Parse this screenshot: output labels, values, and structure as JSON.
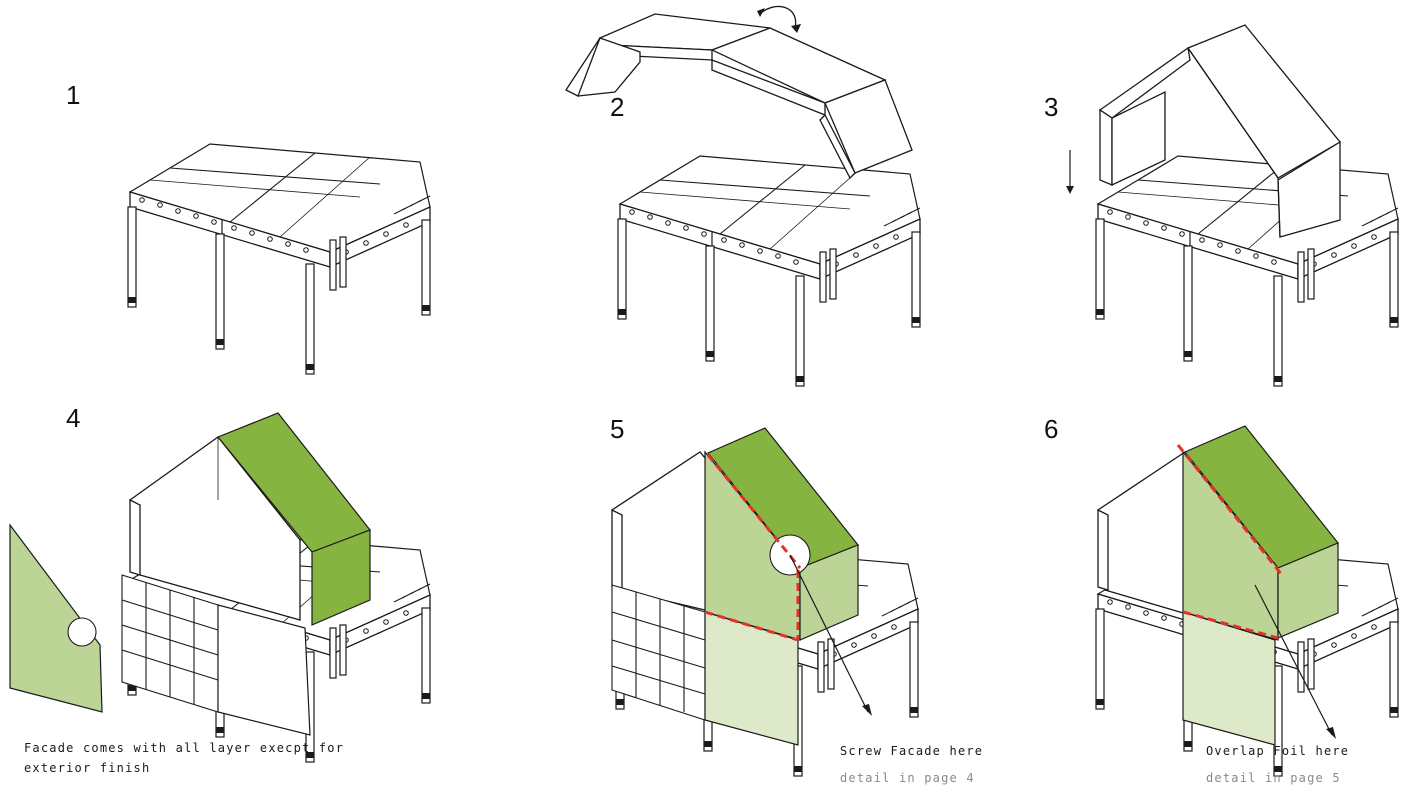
{
  "steps": [
    {
      "number": "1"
    },
    {
      "number": "2"
    },
    {
      "number": "3"
    },
    {
      "number": "4",
      "caption": "Facade comes with all layer execpt for exterior finish"
    },
    {
      "number": "5",
      "caption": "Screw Facade here",
      "detail": "detail in page 4"
    },
    {
      "number": "6",
      "caption": "Overlap Foil here",
      "detail": "detail in page 5"
    }
  ],
  "colors": {
    "line": "#1a1a1a",
    "panel_green_dark": "#86b440",
    "panel_green_mid": "#bcd596",
    "panel_green_light": "#dde9c8",
    "marker_red": "#e4312b"
  }
}
